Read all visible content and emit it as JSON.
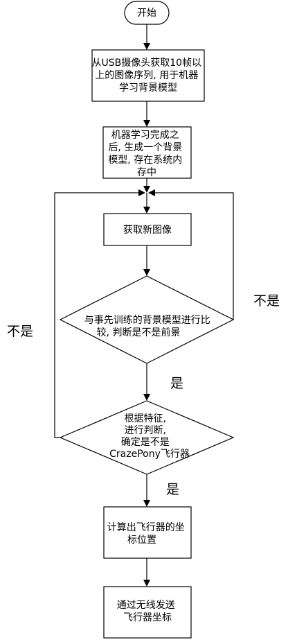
{
  "flowchart": {
    "start": "开始",
    "step1": [
      "从USB摄像头获取10帧以",
      "上的图像序列, 用于机器",
      "学习背景模型"
    ],
    "step2": [
      "机器学习完成之",
      "后, 生成一个背景",
      "模型, 存在系统内",
      "存中"
    ],
    "step3": "获取新图像",
    "decision1": [
      "与事先训练的背景模型进行比",
      "较, 判断是不是前景"
    ],
    "decision2": [
      "根据特征,",
      "进行判断,",
      "确定是不是",
      "CrazePony飞行器"
    ],
    "step4": [
      "计算出飞行器的坐",
      "标位置"
    ],
    "step5": [
      "通过无线发送",
      "飞行器坐标"
    ],
    "labels": {
      "no_right": "不是",
      "no_left": "不是",
      "yes1": "是",
      "yes2": "是"
    }
  }
}
